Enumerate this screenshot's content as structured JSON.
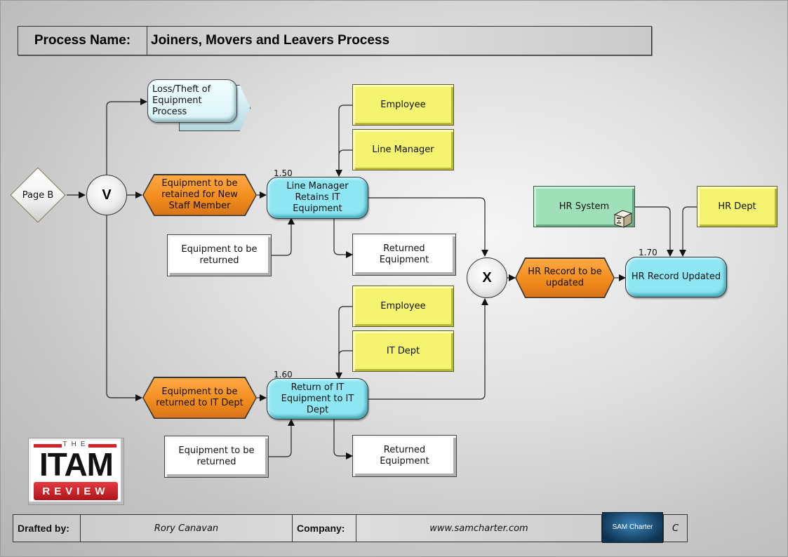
{
  "header": {
    "label": "Process Name:",
    "process_name": "Joiners, Movers and Leavers Process"
  },
  "connector": {
    "label": "Page B"
  },
  "gateways": {
    "or": {
      "symbol": "V"
    },
    "xor": {
      "symbol": "X"
    }
  },
  "process_interface": {
    "label": "Loss/Theft of Equipment Process"
  },
  "events": {
    "retained": "Equipment to be retained for New Staff Member",
    "returned_it": "Equipment to be returned to IT Dept",
    "hr_record": "HR Record to be updated"
  },
  "functions": {
    "f150": {
      "number": "1.50",
      "label": "Line Manager Retains IT Equipment"
    },
    "f160": {
      "number": "1.60",
      "label": "Return of IT Equipment to IT Dept"
    },
    "f170": {
      "number": "1.70",
      "label": "HR Record Updated"
    }
  },
  "roles": {
    "employee_top": "Employee",
    "line_manager": "Line Manager",
    "employee_bottom": "Employee",
    "it_dept": "IT Dept",
    "hr_dept": "HR Dept"
  },
  "systems": {
    "hr_system": {
      "label": "HR System",
      "icon": "server-icon"
    }
  },
  "documents": {
    "input_top": "Equipment to be returned",
    "output_top": "Returned Equipment",
    "input_bottom": "Equipment to be returned",
    "output_bottom": "Returned Equipment"
  },
  "logos": {
    "itam": {
      "the": "THE",
      "itam": "ITAM",
      "review": "REVIEW"
    },
    "sam": "SAM Charter"
  },
  "footer": {
    "drafted_label": "Drafted by:",
    "drafted_value": "Rory Canavan",
    "company_label": "Company:",
    "company_value": "www.samcharter.com",
    "version": "C"
  },
  "colors": {
    "event": "#f08a1a",
    "function": "#8ee6f2",
    "role": "#f4f470",
    "system": "#9fe0b8",
    "document": "#ffffff"
  }
}
